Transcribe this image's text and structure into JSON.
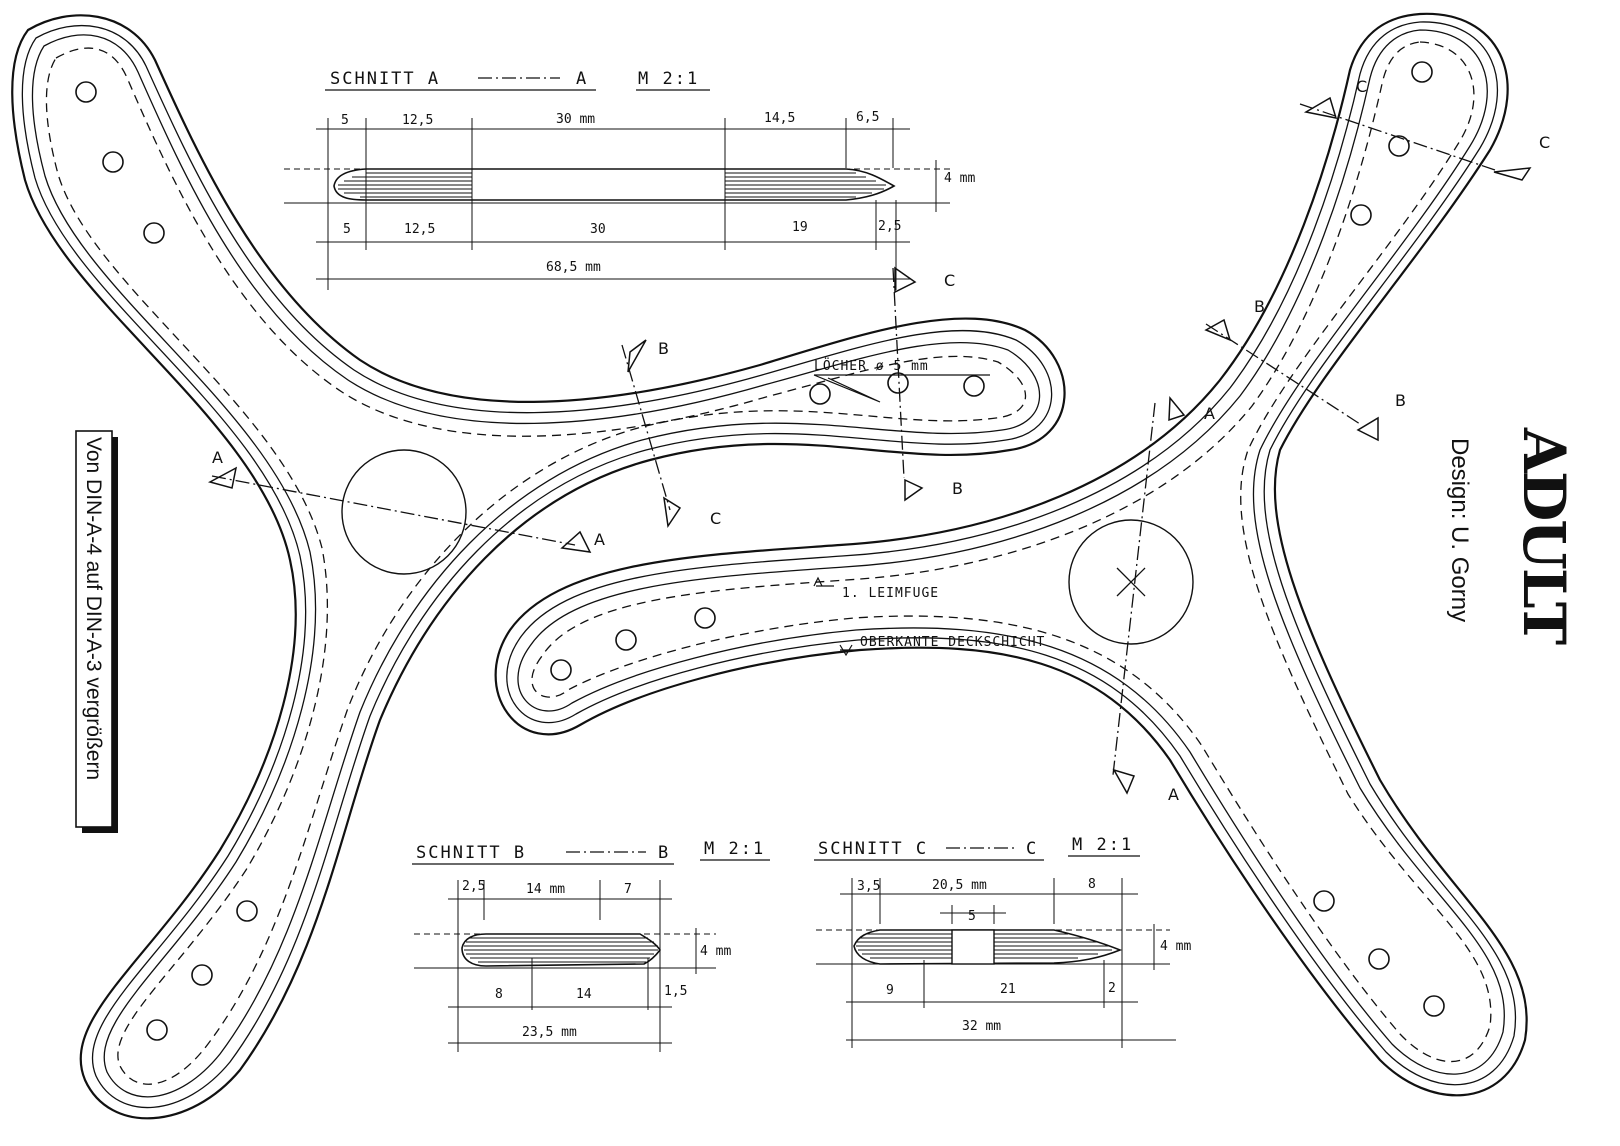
{
  "section_a": {
    "title": "SCHNITT  A",
    "title_end": "A",
    "scale": "M 2:1",
    "top_dims": [
      "5",
      "12,5",
      "30 mm",
      "14,5",
      "6,5"
    ],
    "bottom_dims": [
      "5",
      "12,5",
      "30",
      "19",
      "2,5"
    ],
    "total": "68,5 mm",
    "thickness": "4 mm"
  },
  "section_b": {
    "title": "SCHNITT  B",
    "title_end": "B",
    "scale": "M 2:1",
    "top_dims": [
      "2,5",
      "14 mm",
      "7"
    ],
    "bottom_dims": [
      "8",
      "14",
      "1,5"
    ],
    "total": "23,5 mm",
    "thickness": "4 mm"
  },
  "section_c": {
    "title": "SCHNITT C",
    "title_end": "C",
    "scale": "M 2:1",
    "top_dims": [
      "3,5",
      "20,5 mm",
      "8"
    ],
    "hole_dim": "5",
    "bottom_dims": [
      "9",
      "21",
      "2"
    ],
    "total": "32 mm",
    "thickness": "4 mm"
  },
  "labels": {
    "holes": "LÖCHER  ø 5 mm",
    "glue": "1. LEIMFUGE",
    "top_edge": "OBERKANTE DECKSCHICHT"
  },
  "markers": {
    "a": "A",
    "b": "B",
    "c": "C"
  },
  "side_note": "Von DIN-A-4 auf DIN-A-3 vergrößern",
  "brand": "ADULT",
  "designer": "Design: U. Gorny"
}
